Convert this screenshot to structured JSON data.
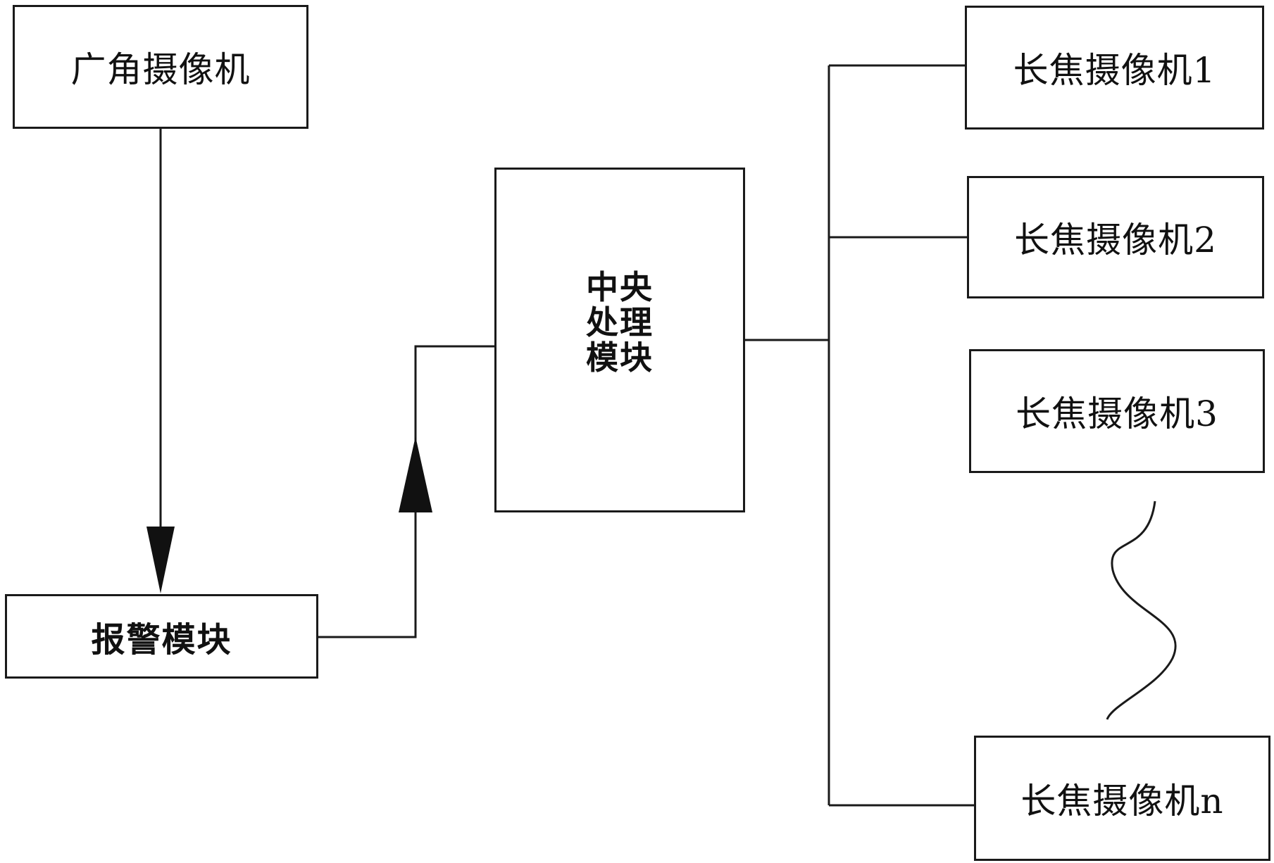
{
  "diagram": {
    "wide_camera": "广角摄像机",
    "alarm_module": "报警模块",
    "central_module": "中央处理模块",
    "tele_cameras": [
      "长焦摄像机1",
      "长焦摄像机2",
      "长焦摄像机3",
      "长焦摄像机n"
    ],
    "line_color": "#1a1a1a"
  }
}
